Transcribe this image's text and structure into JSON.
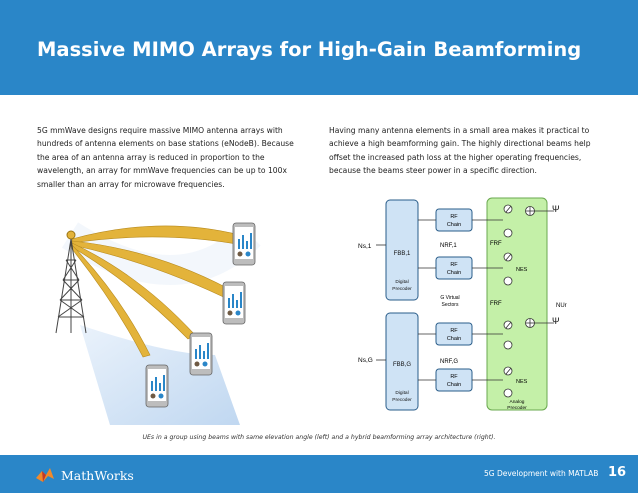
{
  "header": {
    "title": "Massive MIMO Arrays for High-Gain Beamforming"
  },
  "body": {
    "left_para": "5G mmWave designs require massive MIMO antenna arrays with hundreds of antenna elements on base stations (eNodeB). Because the area of an antenna array is reduced in proportion to the wavelength, an array for mmWave frequencies can be up to 100x smaller than an array for microwave frequencies.",
    "right_para": "Having many antenna elements in a small area makes it practical to achieve a high beamforming gain. The highly directional beams help offset the increased path loss at the higher operating frequencies, because the beams steer power in a specific direction."
  },
  "diagram": {
    "rf_chain_labels": [
      "RF\nChain",
      "RF\nChain",
      "RF\nChain",
      "RF\nChain"
    ],
    "precoder_top": "FBB,1",
    "precoder_bottom": "FBB,G",
    "digital_precoder": "Digital Precoder",
    "g_virtual_sectors": "G Virtual Sectors",
    "analog_precoder": "Analog Precoder",
    "ns1": "Ns,1",
    "nsg": "Ns,G",
    "nrf1": "NRF,1",
    "nrfg": "NRF,G",
    "frf": "FRF",
    "nes": "NES",
    "nur": "NUr"
  },
  "caption": "UEs in a group using beams with same elevation angle (left) and a hybrid beamforming array architecture (right).",
  "footer": {
    "brand": "MathWorks",
    "doc_title": "5G Development with MATLAB",
    "page_number": "16"
  },
  "colors": {
    "brand_blue": "#2a86c8",
    "beam_gold": "#e3b33a",
    "precoder_green": "#c4f0a8",
    "box_blue": "#cfe3f5"
  }
}
